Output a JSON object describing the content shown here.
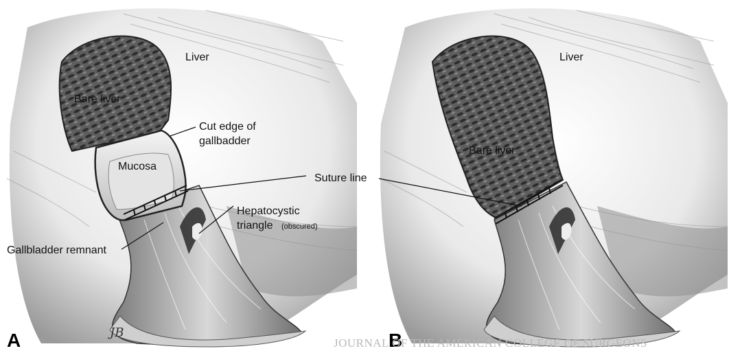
{
  "panels": [
    {
      "letter": "A",
      "labels": {
        "liver": "Liver",
        "bare_liver": "Bare liver",
        "cut_edge_1": "Cut edge of",
        "cut_edge_2": "gallbadder",
        "mucosa": "Mucosa",
        "suture_line": "Suture line",
        "hepatocystic_1": "Hepatocystic",
        "hepatocystic_2": "triangle",
        "obscured": "(obscured)",
        "remnant": "Gallbladder remnant"
      }
    },
    {
      "letter": "B",
      "labels": {
        "liver": "Liver",
        "bare_liver": "Bare liver"
      }
    }
  ],
  "signature": "JB",
  "journal": "JOURNAL OF THE AMERICAN COLLEGE OF SURGEONS"
}
